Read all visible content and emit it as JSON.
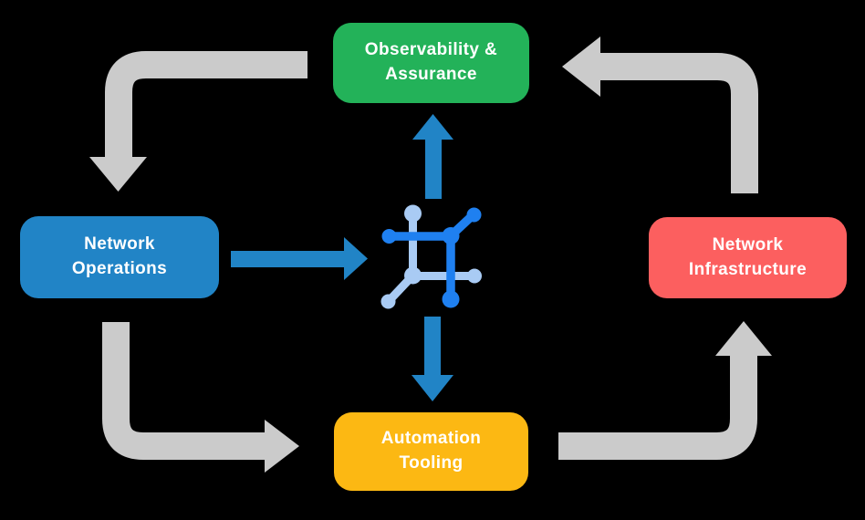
{
  "background": "#000000",
  "colors": {
    "flow_arrow_gray": "#cbcbcb",
    "data_arrow_blue": "#2184c6",
    "icon_primary_blue": "#1f80f0",
    "icon_secondary_blue": "#a9cbf4",
    "label_text": "#ffffff"
  },
  "nodes": {
    "observability": {
      "label": "Observability &\nAssurance",
      "color": "#23b259"
    },
    "operations": {
      "label": "Network\nOperations",
      "color": "#2184c6"
    },
    "infrastructure": {
      "label": "Network\nInfrastructure",
      "color": "#fc5f5f"
    },
    "automation": {
      "label": "Automation\nTooling",
      "color": "#fcb813"
    }
  },
  "icons": {
    "center": "network-platform-icon"
  }
}
